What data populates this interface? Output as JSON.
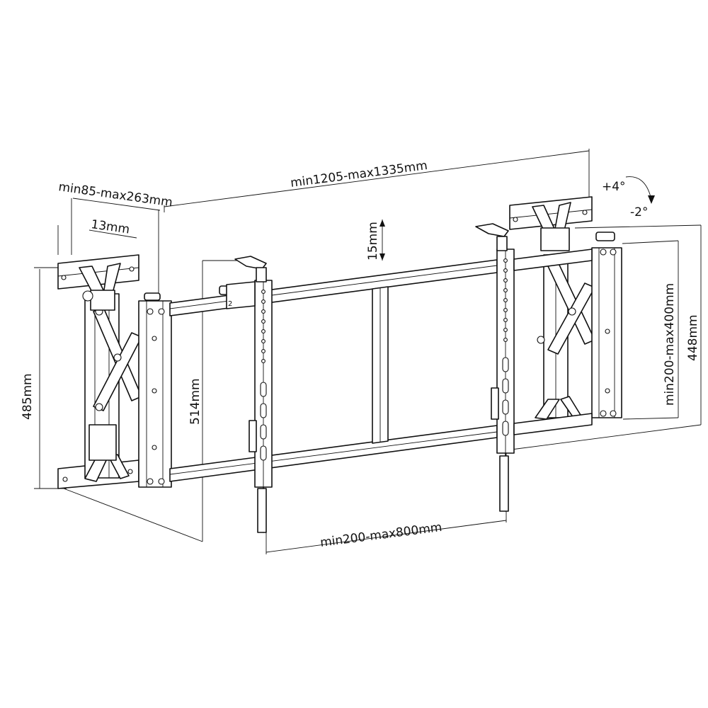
{
  "dimensions": {
    "overall_width": "min1205-max1335mm",
    "depth": "min85-max263mm",
    "slot": "13mm",
    "tilt_up": "+4°",
    "tilt_down": "-2°",
    "vertical_adjust": "15mm",
    "left_height": "485mm",
    "plate_height": "514mm",
    "vesa_height": "min200-max400mm",
    "right_height": "448mm",
    "vesa_width": "min200-max800mm"
  },
  "colors": {
    "line": "#111111",
    "background": "#ffffff"
  }
}
